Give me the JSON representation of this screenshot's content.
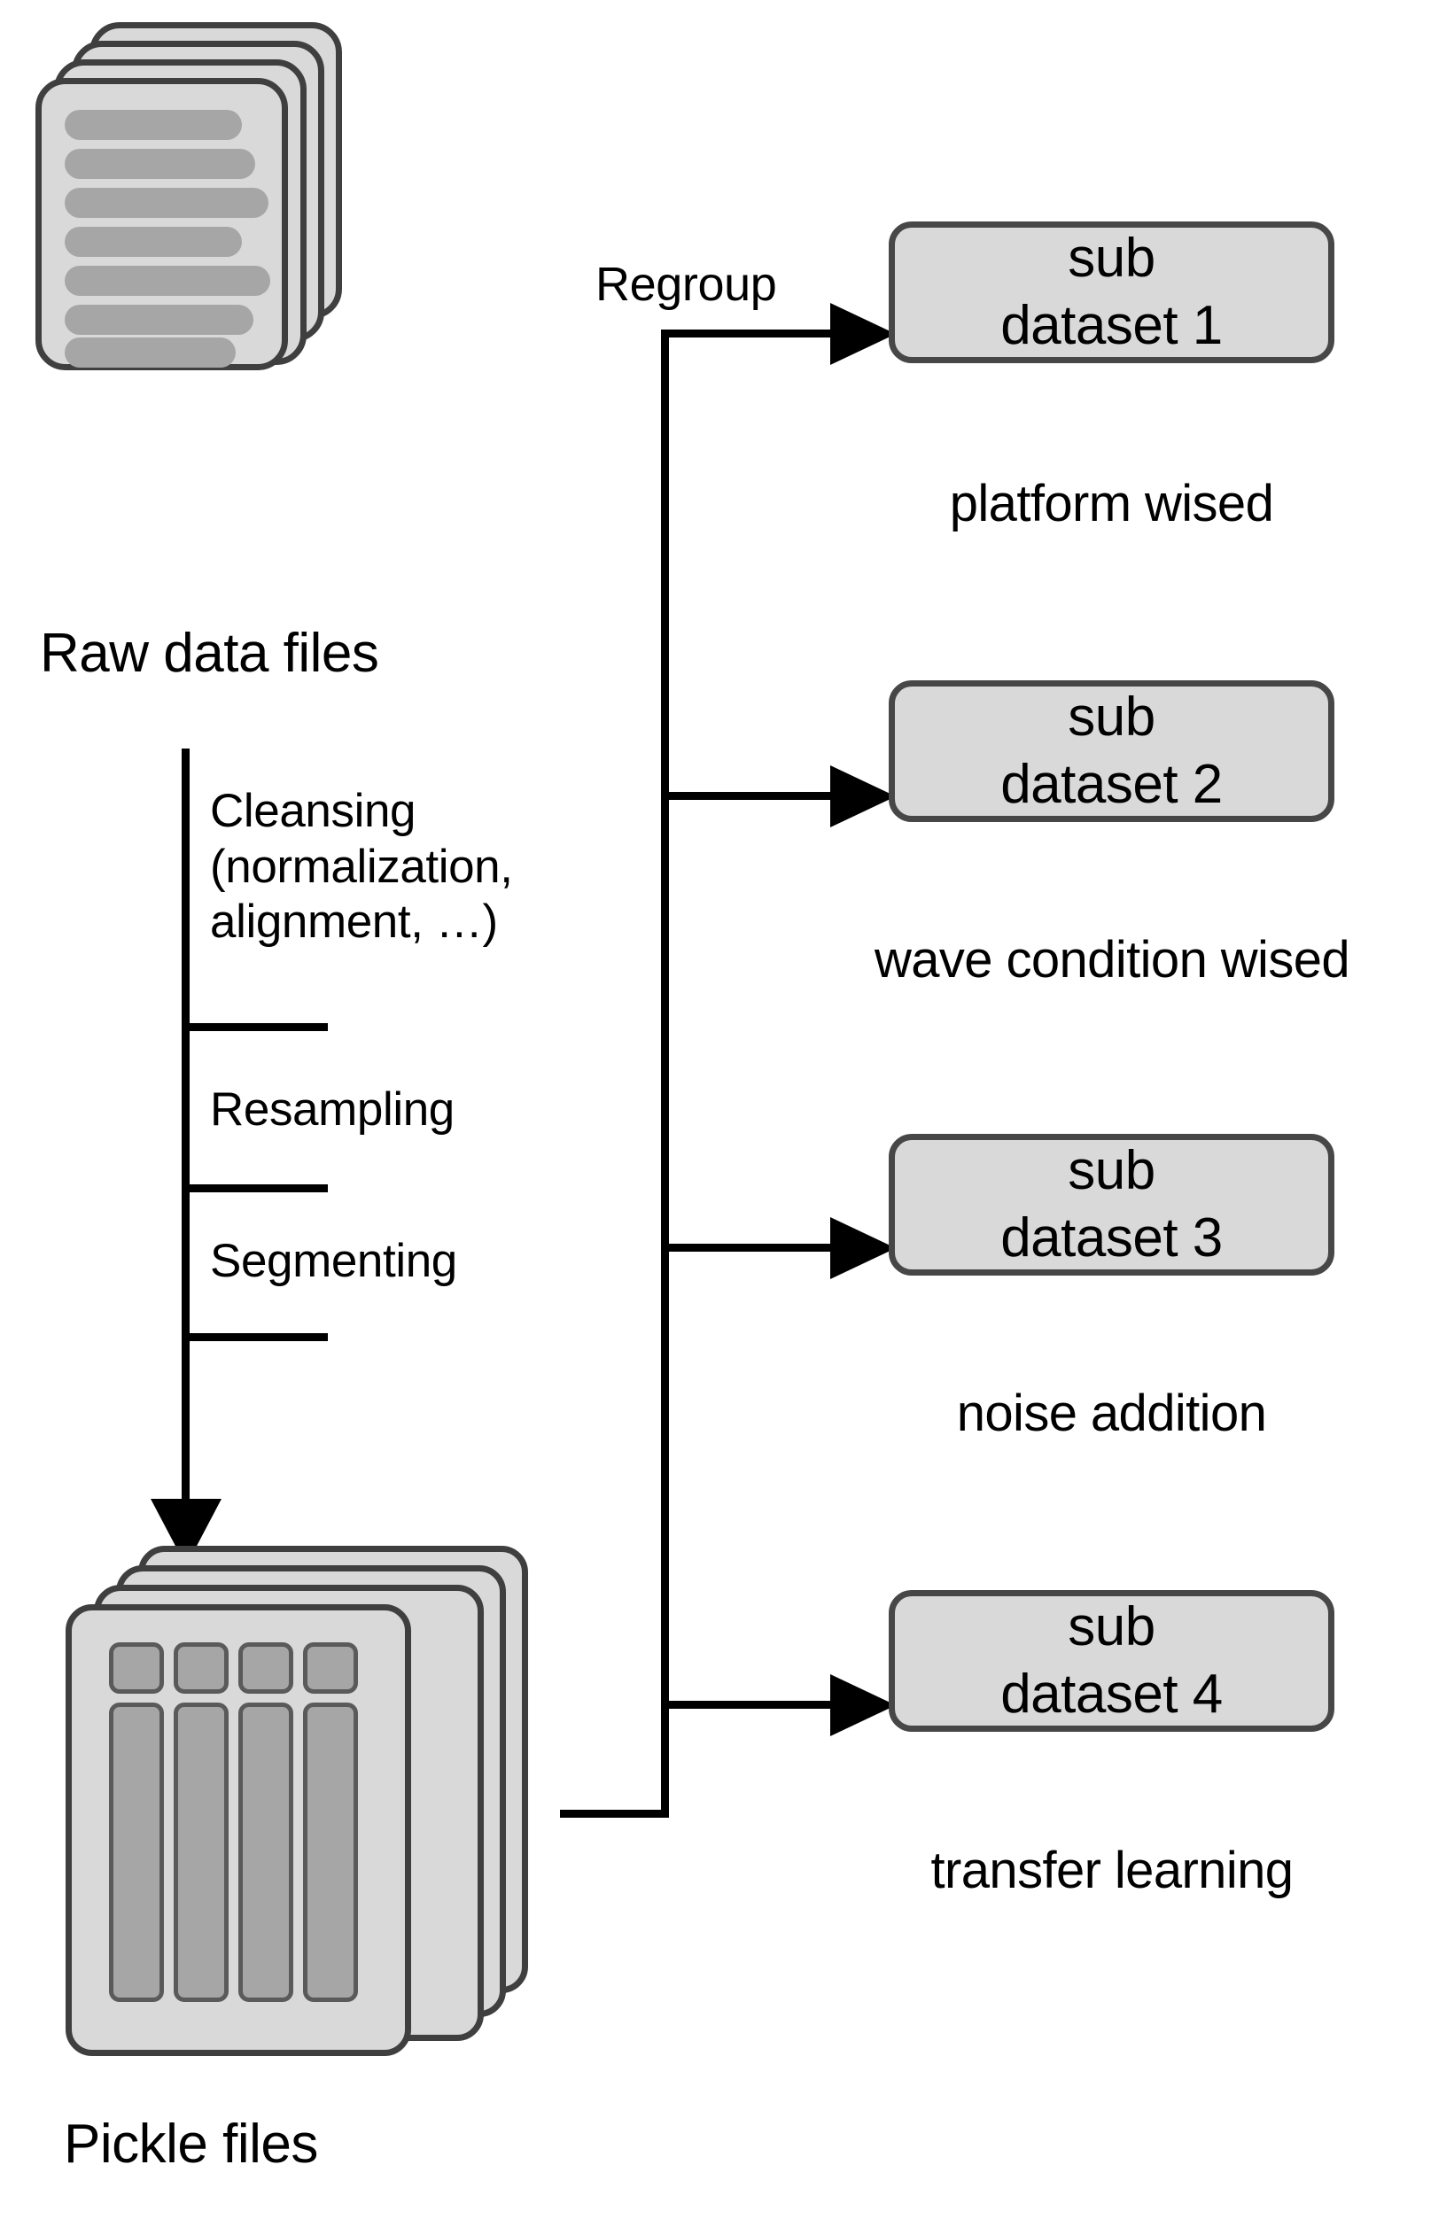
{
  "diagram": {
    "title_visible": false,
    "source_nodes": [
      {
        "id": "raw-data-files",
        "label": "Raw data files",
        "icon": "document-stack-icon",
        "sheets": 4,
        "text_lines": 7
      },
      {
        "id": "pickle-files",
        "label": "Pickle files",
        "icon": "table-stack-icon",
        "sheets": 4,
        "columns": 4
      }
    ],
    "pipeline": {
      "arrow": "down-arrow",
      "steps": [
        {
          "id": "cleansing",
          "text": "Cleansing\n(normalization,\nalignment, …)",
          "lines": [
            "Cleansing",
            "(normalization,",
            "alignment, …)"
          ]
        },
        {
          "id": "resampling",
          "text": "Resampling",
          "lines": [
            "Resampling"
          ]
        },
        {
          "id": "segmenting",
          "text": "Segmenting",
          "lines": [
            "Segmenting"
          ]
        }
      ]
    },
    "regroup": {
      "label": "Regroup",
      "arrow": "branching-right-arrows",
      "branch_count": 4
    },
    "outputs": [
      {
        "id": "sub-dataset-1",
        "line1": "sub",
        "line2": "dataset 1",
        "caption": "platform wised"
      },
      {
        "id": "sub-dataset-2",
        "line1": "sub",
        "line2": "dataset 2",
        "caption": "wave condition wised"
      },
      {
        "id": "sub-dataset-3",
        "line1": "sub",
        "line2": "dataset 3",
        "caption": "noise addition"
      },
      {
        "id": "sub-dataset-4",
        "line1": "sub",
        "line2": "dataset 4",
        "caption": "transfer learning"
      }
    ],
    "colors": {
      "box_fill": "#d9d9d9",
      "box_stroke": "#474747",
      "icon_accent": "#a6a6a6",
      "line": "#000000",
      "background": "#ffffff"
    }
  }
}
